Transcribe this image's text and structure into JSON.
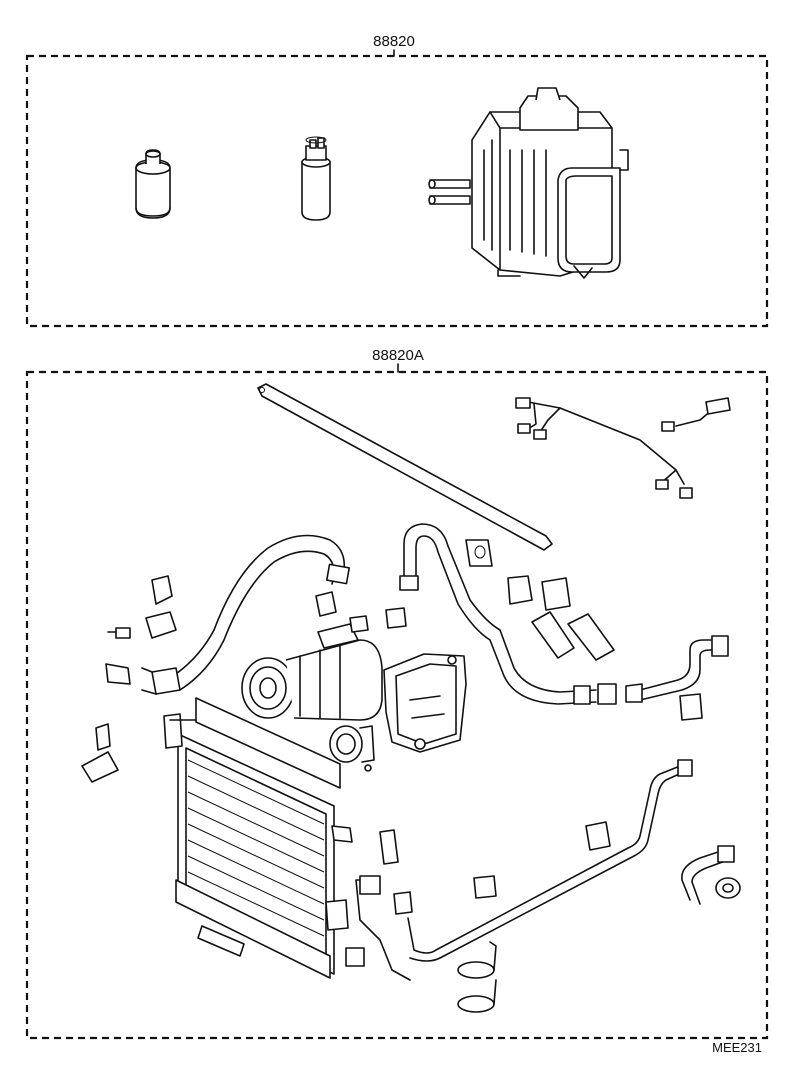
{
  "groups": [
    {
      "part_number": "88820"
    },
    {
      "part_number": "88820A"
    }
  ],
  "diagram_code": "MEE231",
  "icons": [
    "compressor-oil-can-icon",
    "receiver-dryer-icon",
    "evaporator-unit-icon",
    "compressor-icon",
    "condenser-icon",
    "hose-icon",
    "wire-harness-icon",
    "bracket-icon",
    "clamp-icon"
  ]
}
